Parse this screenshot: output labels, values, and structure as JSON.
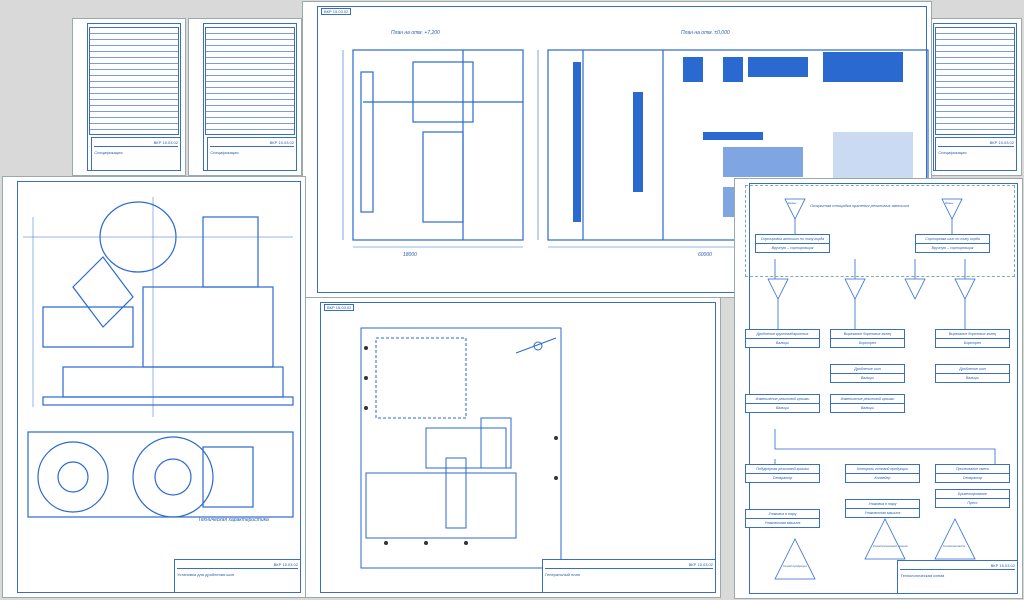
{
  "sheets": {
    "spec1": {
      "code": "ВКР 15.03.02",
      "name": "Спецификация"
    },
    "spec2": {
      "code": "ВКР 15.03.02",
      "name": "Спецификация"
    },
    "spec3": {
      "code": "ВКР 15.03.02",
      "name": "Спецификация"
    },
    "plans": {
      "tag": "ВКР 15.03.02",
      "title_left": "План на отм. +7,200",
      "title_right": "План на отм. ±0,000",
      "dim_left": "18000",
      "dim_right": "60000"
    },
    "assembly": {
      "code": "ВКР 15.03.02",
      "name": "Установка для дробления шин",
      "notes_title": "Техническая характеристика"
    },
    "site": {
      "tag": "ВКР 15.03.02",
      "code": "ВКР 15.03.02",
      "name": "Генеральный план"
    },
    "flow": {
      "code": "ВКР 15.03.02",
      "name": "Технологическая схема",
      "title": "Открытая площадка хранения резиновых автошин",
      "sources": [
        "Шины",
        "Шины"
      ],
      "boxes": [
        [
          "Сортировка автошин по типу корда",
          "Вручную – сортировщик"
        ],
        [
          "Сортировка шин по типу корда",
          "Вручную – сортировщик"
        ],
        [
          "Дробление крупногабаритных",
          "Вальцы"
        ],
        [
          "Вырезание бортовых колец",
          "Борторез"
        ],
        [
          "Вырезание бортовых колец",
          "Борторез"
        ],
        [
          "Дробление шин",
          "Вальцы"
        ],
        [
          "Дробление шин",
          "Вальцы"
        ],
        [
          "Измельчение резиновой крошки",
          "Вальцы"
        ],
        [
          "Измельчение резиновой крошки",
          "Вальцы"
        ],
        [
          "Побуферная резиновой крошки",
          "Сепаратор"
        ],
        [
          "Контроль готовой продукции",
          "Конвейер"
        ],
        [
          "Просеивание смеси",
          "Сепаратор"
        ],
        [
          "Упаковка в тару",
          "Упаковочная машина"
        ],
        [
          "Упаковка в тару",
          "Упаковочная машина"
        ],
        [
          "Брикетирование",
          "Пресс"
        ]
      ],
      "sinks": [
        "Склад продукции",
        "Склад резиновой крошки",
        "Склад металла"
      ]
    }
  }
}
